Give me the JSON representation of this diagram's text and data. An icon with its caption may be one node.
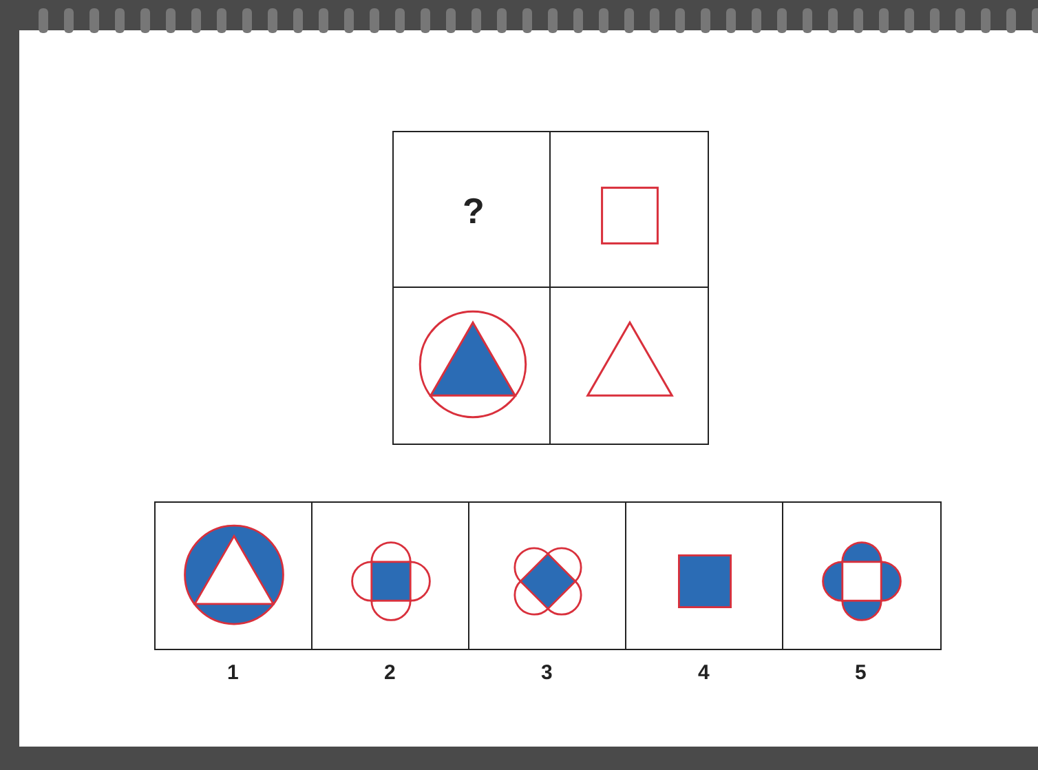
{
  "diagram": {
    "labels": [
      "?",
      "1",
      "2",
      "3",
      "4",
      "5"
    ]
  }
}
